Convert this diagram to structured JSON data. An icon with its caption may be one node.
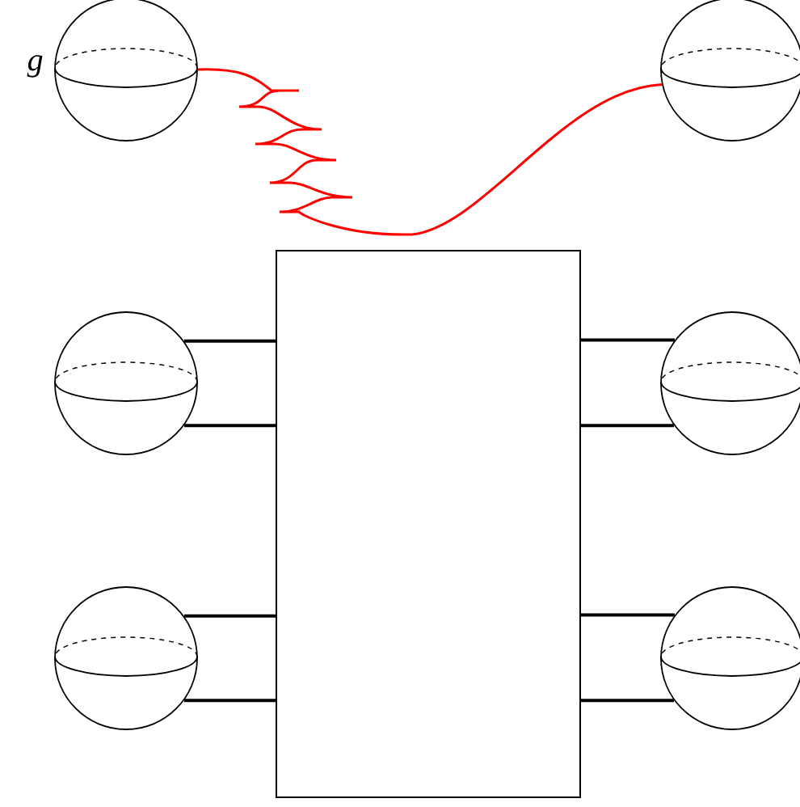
{
  "diagram": {
    "nodes": [
      {
        "text": [],
        "shape": "circle",
        "beside": [
          "g"
        ]
      },
      {
        "text": [],
        "shape": "circle"
      },
      {
        "text": [],
        "shape": "box"
      },
      {
        "text": [],
        "shape": "circle"
      },
      {
        "text": [],
        "shape": "circle"
      },
      {
        "text": [],
        "shape": "circle"
      },
      {
        "text": [],
        "shape": "circle"
      }
    ],
    "edges": [
      {
        "from": 0,
        "to": 1,
        "arrow": "none",
        "color": "#ff0000"
      },
      {
        "from": 3,
        "to": 2,
        "arrow": "none"
      },
      {
        "from": 3,
        "to": 2,
        "arrow": "none"
      },
      {
        "from": 4,
        "to": 2,
        "arrow": "none"
      },
      {
        "from": 4,
        "to": 2,
        "arrow": "none"
      },
      {
        "from": 5,
        "to": 2,
        "arrow": "none"
      },
      {
        "from": 5,
        "to": 2,
        "arrow": "none"
      },
      {
        "from": 6,
        "to": 2,
        "arrow": "none"
      },
      {
        "from": 6,
        "to": 2,
        "arrow": "none"
      }
    ]
  }
}
